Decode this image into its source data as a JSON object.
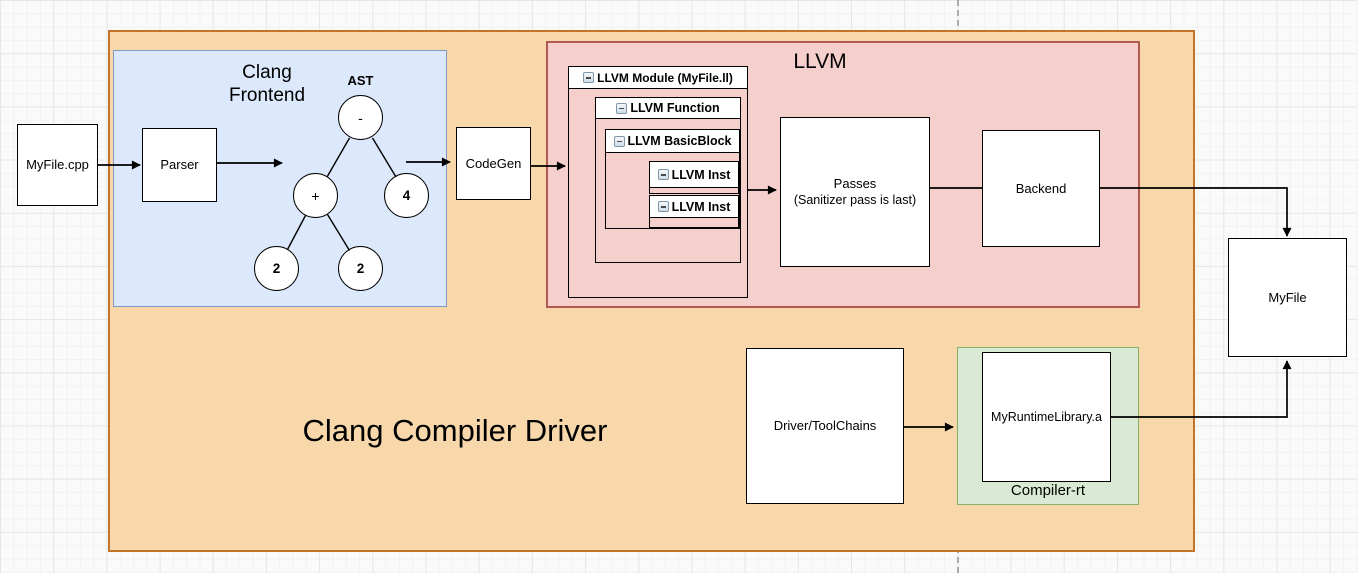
{
  "containers": {
    "driver": {
      "title": "Clang Compiler Driver"
    },
    "frontend": {
      "title_line1": "Clang",
      "title_line2": "Frontend"
    },
    "llvm": {
      "title": "LLVM"
    },
    "compiler_rt": {
      "title": "Compiler-rt"
    }
  },
  "nodes": {
    "myfile_cpp": {
      "label": "MyFile.cpp"
    },
    "parser": {
      "label": "Parser"
    },
    "codegen": {
      "label": "CodeGen"
    },
    "passes": {
      "label": "Passes",
      "sublabel": "(Sanitizer pass is last)"
    },
    "backend": {
      "label": "Backend"
    },
    "myfile": {
      "label": "MyFile"
    },
    "driver_toolchains": {
      "label": "Driver/ToolChains"
    },
    "runtime_library": {
      "label": "MyRuntimeLibrary.a"
    }
  },
  "ast": {
    "title": "AST",
    "nodes": [
      "-",
      "+",
      "4",
      "2",
      "2"
    ]
  },
  "llvm_tree": {
    "module": {
      "label": "LLVM Module (MyFile.ll)",
      "icon": "minus-square-icon"
    },
    "function": {
      "label": "LLVM Function",
      "icon": "minus-square-icon"
    },
    "basicblock": {
      "label": "LLVM BasicBlock",
      "icon": "minus-square-icon"
    },
    "inst1": {
      "label": "LLVM Inst",
      "icon": "minus-square-icon"
    },
    "inst2": {
      "label": "LLVM Inst",
      "icon": "minus-square-icon"
    }
  },
  "colors": {
    "driver_container_fill": "#f8d8ab",
    "driver_container_stroke": "#c1762a",
    "frontend_fill": "#dce8fb",
    "frontend_stroke": "#8099c5",
    "llvm_fill": "#f5cfcc",
    "llvm_stroke": "#b25a52",
    "compiler_rt_fill": "#d9e9d4",
    "compiler_rt_stroke": "#84b366",
    "node_fill": "#ffffff",
    "node_stroke": "#000000"
  }
}
